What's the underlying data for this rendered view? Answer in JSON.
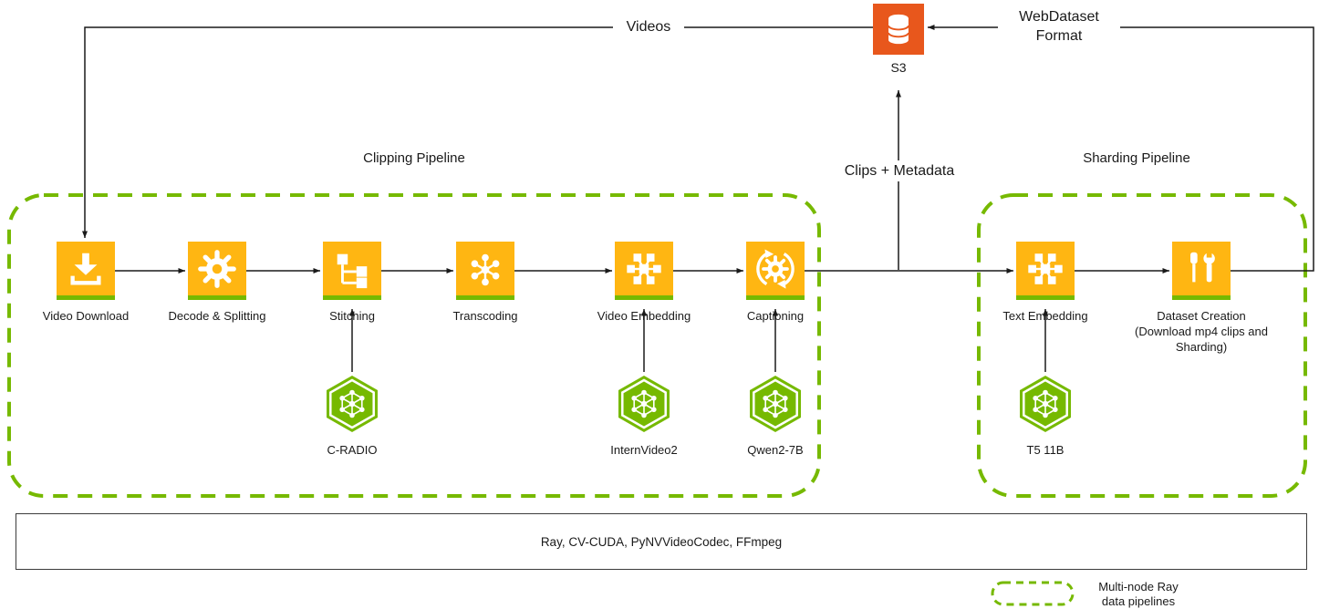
{
  "colors": {
    "nvidia_green": "#76B900",
    "icon_orange": "#FFB612",
    "s3_orange": "#E8571C",
    "line_color": "#1a1a1a"
  },
  "flow": {
    "videos_label": "Videos",
    "webdataset_label": "WebDataset Format",
    "clips_metadata_label": "Clips + Metadata",
    "s3_label": "S3"
  },
  "clipping_pipeline": {
    "title": "Clipping Pipeline",
    "nodes": [
      {
        "label": "Video Download"
      },
      {
        "label": "Decode & Splitting"
      },
      {
        "label": "Stitching"
      },
      {
        "label": "Transcoding"
      },
      {
        "label": "Video Embedding"
      },
      {
        "label": "Captioning"
      }
    ],
    "models": [
      {
        "label": "C-RADIO"
      },
      {
        "label": "InternVideo2"
      },
      {
        "label": "Qwen2-7B"
      }
    ]
  },
  "sharding_pipeline": {
    "title": "Sharding Pipeline",
    "nodes": [
      {
        "label": "Text Embedding"
      },
      {
        "label": "Dataset Creation (Download mp4 clips and Sharding)"
      }
    ],
    "models": [
      {
        "label": "T5 11B"
      }
    ]
  },
  "footer": {
    "label": "Ray, CV-CUDA, PyNVVideoCodec, FFmpeg"
  },
  "legend": {
    "label": "Multi-node Ray data pipelines"
  }
}
